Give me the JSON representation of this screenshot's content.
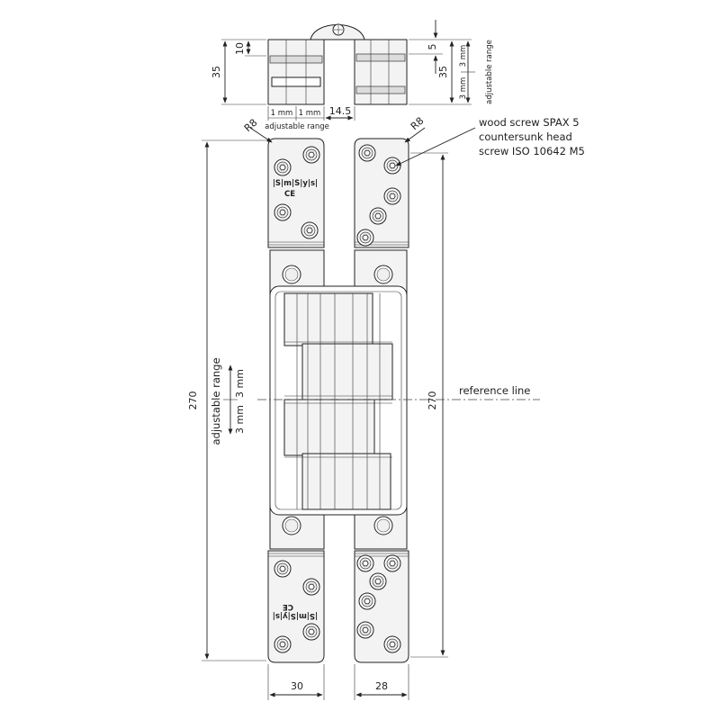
{
  "labels": {
    "top_left_10": "10",
    "top_left_35": "35",
    "top_right_5": "5",
    "top_right_35": "35",
    "top_right_3mm_a": "3 mm",
    "top_right_3mm_b": "3 mm",
    "top_adj_range_vertical": "adjustable range",
    "mm_left": "1 mm",
    "mm_right": "1 mm",
    "adj_range_horizontal": "adjustable range",
    "gap_14_5": "14.5",
    "r8_left": "R8",
    "r8_right": "R8",
    "screw_note_1": "wood screw SPAX 5",
    "screw_note_2": "countersunk head",
    "screw_note_3": "screw ISO 10642 M5",
    "height_left_270": "270",
    "height_right_270": "270",
    "side_adj_range": "adjustable range",
    "side_3mm_up": "3 mm",
    "side_3mm_down": "3 mm",
    "reference_line": "reference line",
    "width_30": "30",
    "width_28": "28",
    "brand_mark_top": "|S|m|S|y|s|",
    "ce_top": "CE",
    "ce_bottom": "CE",
    "brand_mark_bottom": "|S|m|S|y|s|"
  }
}
